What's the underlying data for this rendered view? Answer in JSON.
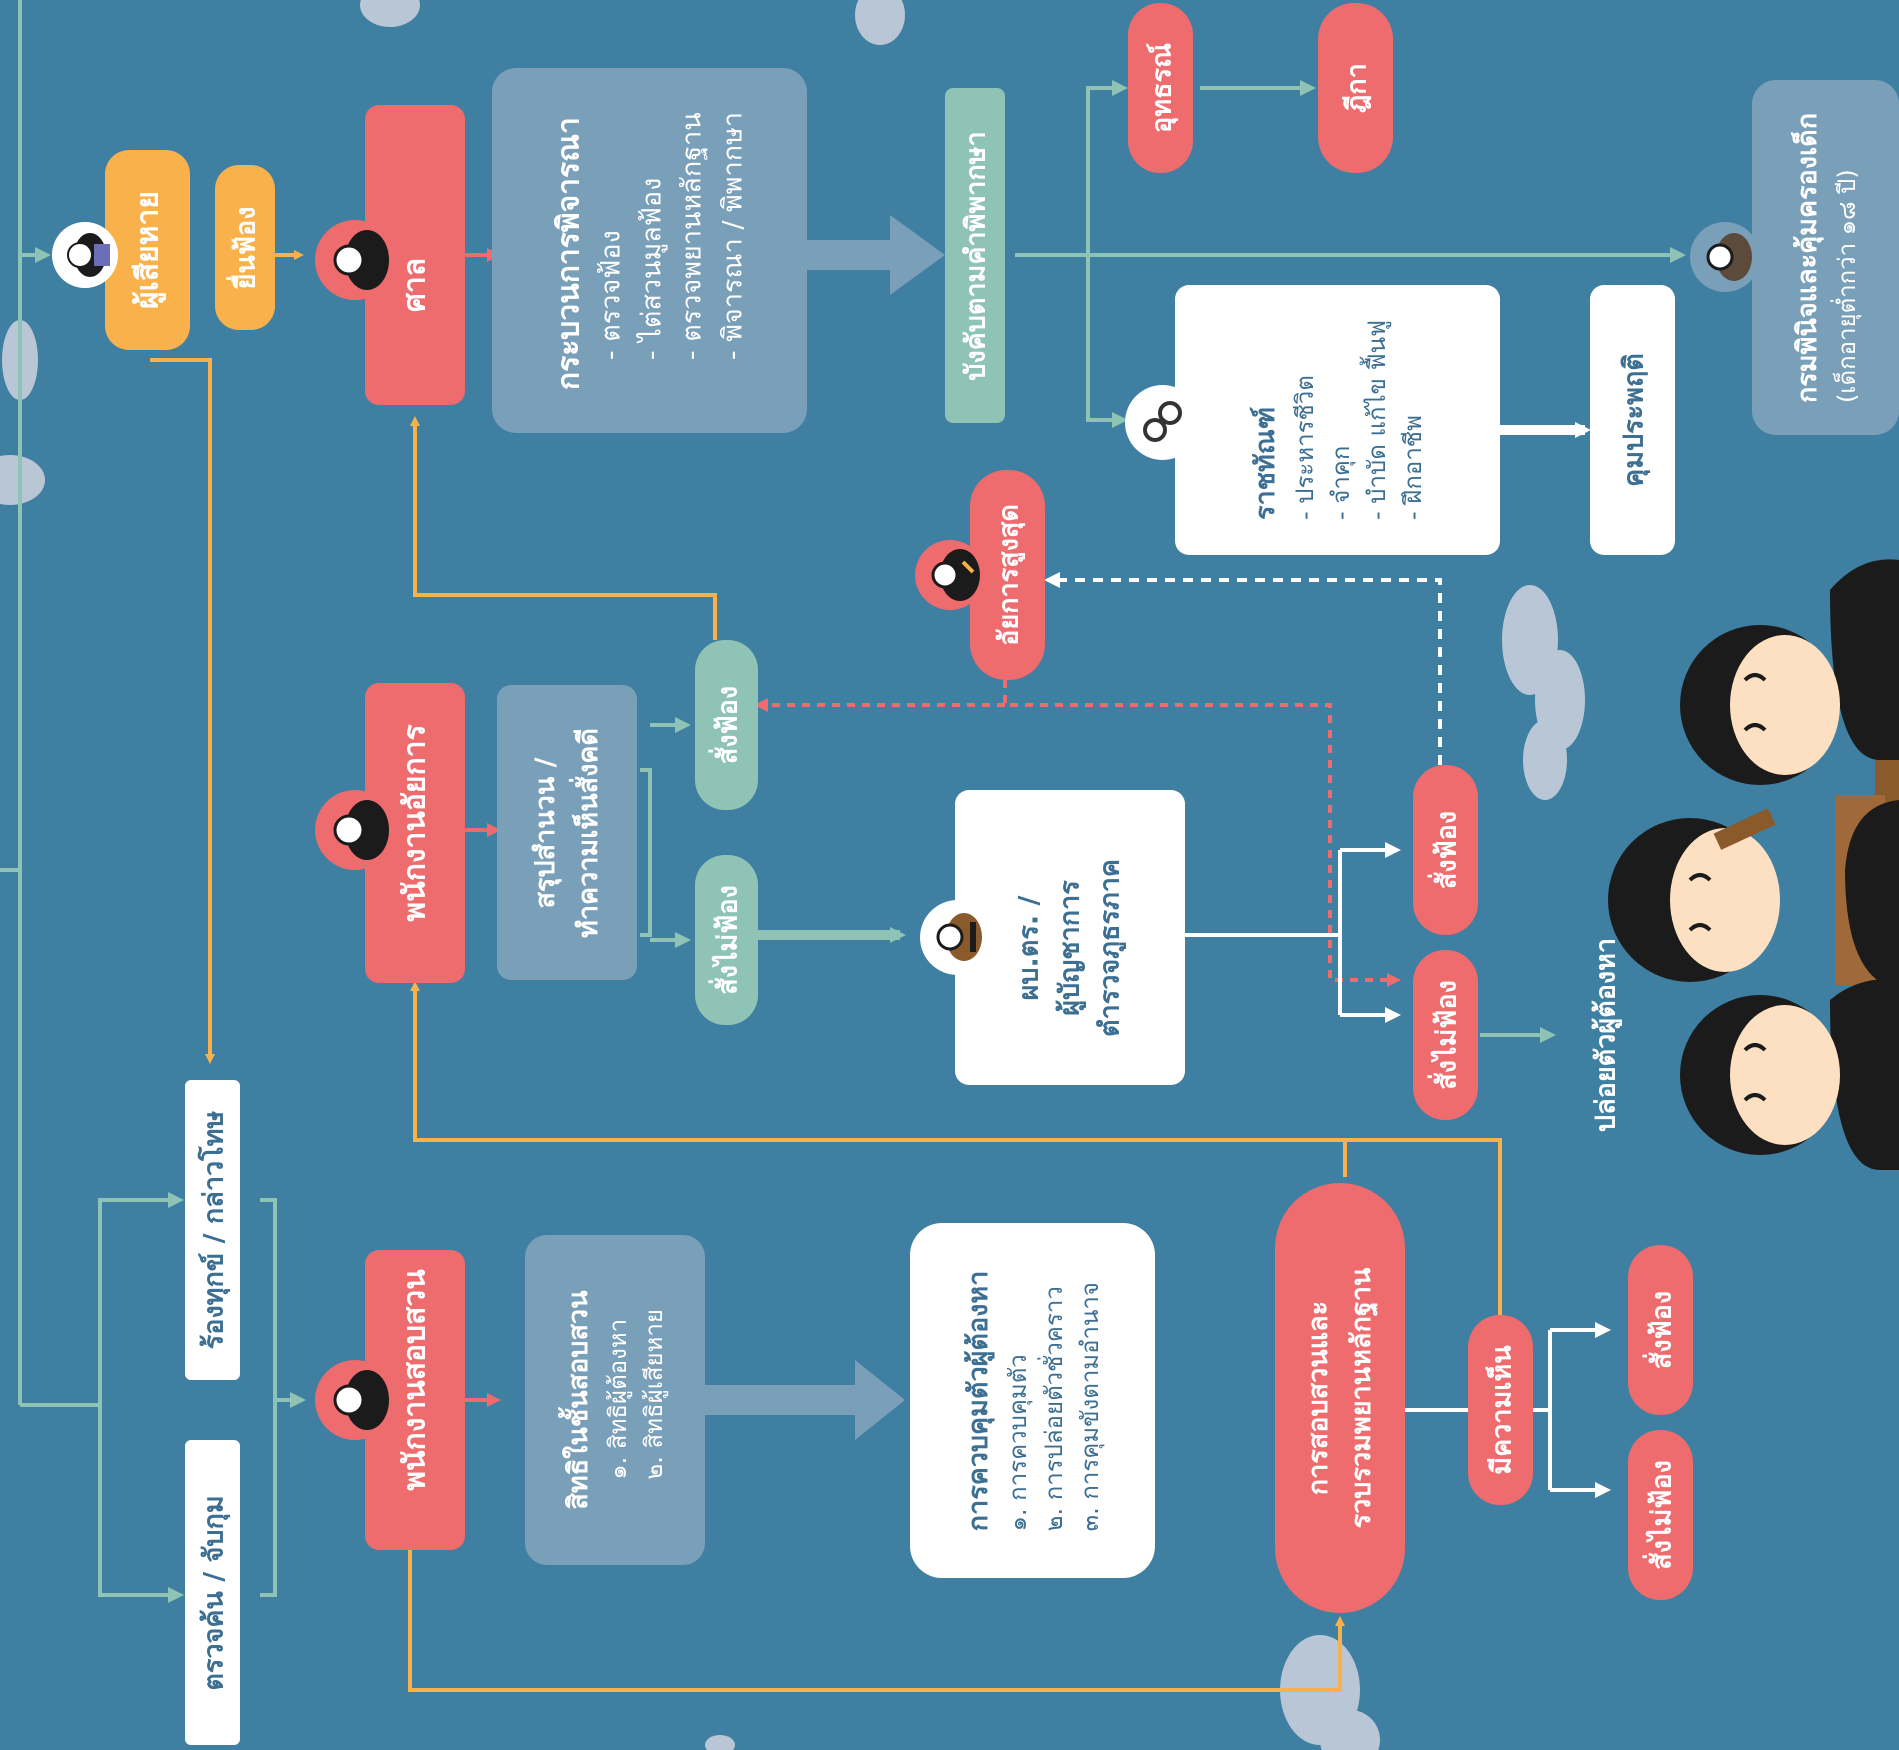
{
  "victim": "ผู้เสียหาย",
  "file_suit": "ยื่นฟ้อง",
  "court": "ศาล",
  "trial": {
    "title": "กระบวนการพิจารณา",
    "items": [
      "- ตรวจฟ้อง",
      "- ไต่สวนมูลฟ้อง",
      "- ตรวจพยานหลักฐาน",
      "- พิจารณา / พิพากษา"
    ]
  },
  "enforce": "บังคับตามคำพิพากษา",
  "appeal": "อุทธรณ์",
  "supreme": "ฎีกา",
  "juvenile": {
    "title": "กรมพินิจและคุ้มครองเด็ก",
    "sub": "(เด็กอายุต่ำกว่า ๑๘ ปี)"
  },
  "corrections": {
    "title": "ราชทัณฑ์",
    "items": [
      "- ประหารชีวิต",
      "- จำคุก",
      "- บำบัด แก้ไข ฟื้นฟู",
      "- ฝึกอาชีพ"
    ]
  },
  "probation": "คุมประพฤติ",
  "attorney_general": "อัยการสูงสุด",
  "public_prosecutor": "พนักงานอัยการ",
  "prosecutor_summary": "สรุปสำนวน /\nทำความเห็นสั่งคดี",
  "prosecute": "สั่งฟ้อง",
  "not_prosecute": "สั่งไม่ฟ้อง",
  "police_chief": "ผบ.ตร. /\nผู้บัญชาการ\nตำรวจภูธรภาค",
  "release": "ปล่อยตัวผู้ต้องหา",
  "complaint": "ร้องทุกข์ / กล่าวโทษ",
  "arrest": "ตรวจค้น / จับกุม",
  "inquiry_officer": "พนักงานสอบสวน",
  "rights": {
    "title": "สิทธิในชั้นสอบสวน",
    "items": [
      "๑. สิทธิผู้ต้องหา",
      "๒. สิทธิผู้เสียหาย"
    ]
  },
  "custody": {
    "title": "การควบคุมตัวผู้ต้องหา",
    "items": [
      "๑. การควบคุมตัว",
      "๒. การปล่อยตัวชั่วคราว",
      "๓. การคุมขังตามอำนาจ"
    ]
  },
  "investigation": "การสอบสวนและ\nรวบรวมพยานหลักฐาน",
  "opinion": "มีความเห็น"
}
